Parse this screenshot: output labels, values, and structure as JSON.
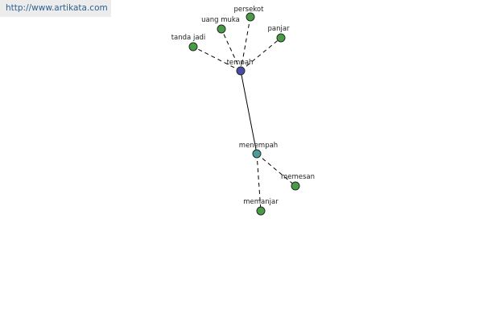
{
  "header": {
    "url": "http://www.artikata.com"
  },
  "colors": {
    "primary_node": "#4a4aa8",
    "secondary_node": "#4f9a9a",
    "leaf_node": "#4a9a4a"
  },
  "nodes": [
    {
      "id": "tempah",
      "label": "tempah",
      "kind": "primary"
    },
    {
      "id": "tanda_jadi",
      "label": "tanda jadi",
      "kind": "leaf"
    },
    {
      "id": "uang_muka",
      "label": "uang muka",
      "kind": "leaf"
    },
    {
      "id": "persekot",
      "label": "persekot",
      "kind": "leaf"
    },
    {
      "id": "panjar",
      "label": "panjar",
      "kind": "leaf"
    },
    {
      "id": "menempah",
      "label": "menempah",
      "kind": "secondary"
    },
    {
      "id": "memesan",
      "label": "memesan",
      "kind": "leaf"
    },
    {
      "id": "memanjar",
      "label": "memanjar",
      "kind": "leaf"
    }
  ],
  "edges": [
    {
      "from": "tempah",
      "to": "tanda_jadi",
      "style": "dashed"
    },
    {
      "from": "tempah",
      "to": "uang_muka",
      "style": "dashed"
    },
    {
      "from": "tempah",
      "to": "persekot",
      "style": "dashed"
    },
    {
      "from": "tempah",
      "to": "panjar",
      "style": "dashed"
    },
    {
      "from": "tempah",
      "to": "menempah",
      "style": "solid"
    },
    {
      "from": "menempah",
      "to": "memesan",
      "style": "dashed"
    },
    {
      "from": "menempah",
      "to": "memanjar",
      "style": "dashed"
    }
  ]
}
